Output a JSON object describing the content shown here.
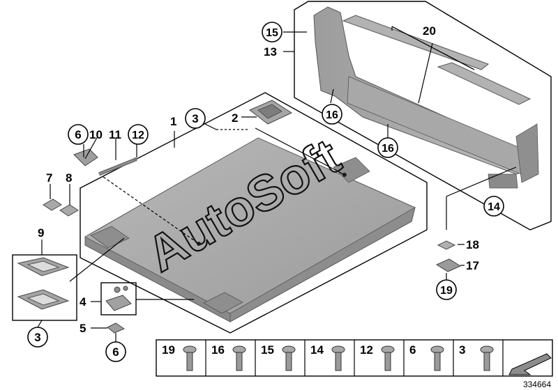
{
  "watermark": "AutoSoft",
  "document_id": "334664",
  "callouts": {
    "c1": "1",
    "c2": "2",
    "c3a": "3",
    "c3b": "3",
    "c4": "4",
    "c5": "5",
    "c6a": "6",
    "c6b": "6",
    "c7": "7",
    "c8": "8",
    "c9": "9",
    "c10": "10",
    "c11": "11",
    "c12": "12",
    "c13": "13",
    "c14": "14",
    "c15": "15",
    "c16a": "16",
    "c16b": "16",
    "c17": "17",
    "c18": "18",
    "c19": "19",
    "c20": "20"
  },
  "fastener_strip": [
    "19",
    "16",
    "15",
    "14",
    "12",
    "6",
    "3"
  ]
}
